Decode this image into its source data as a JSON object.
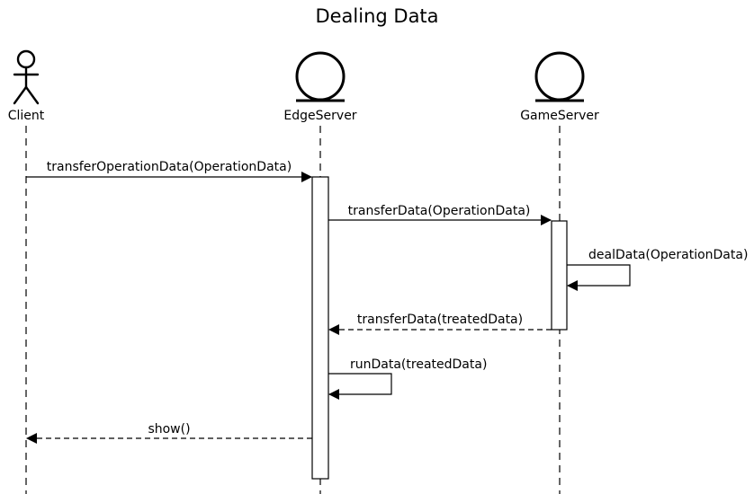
{
  "title": "Dealing Data",
  "participants": {
    "client": "Client",
    "edge_server": "EdgeServer",
    "game_server": "GameServer"
  },
  "messages": [
    {
      "label": "transferOperationData(OperationData)",
      "from": "Client",
      "to": "EdgeServer",
      "kind": "sync"
    },
    {
      "label": "transferData(OperationData)",
      "from": "EdgeServer",
      "to": "GameServer",
      "kind": "sync"
    },
    {
      "label": "dealData(OperationData)",
      "from": "GameServer",
      "to": "GameServer",
      "kind": "self"
    },
    {
      "label": "transferData(treatedData)",
      "from": "GameServer",
      "to": "EdgeServer",
      "kind": "return"
    },
    {
      "label": "runData(treatedData)",
      "from": "EdgeServer",
      "to": "EdgeServer",
      "kind": "self"
    },
    {
      "label": "show()",
      "from": "EdgeServer",
      "to": "Client",
      "kind": "return"
    }
  ]
}
